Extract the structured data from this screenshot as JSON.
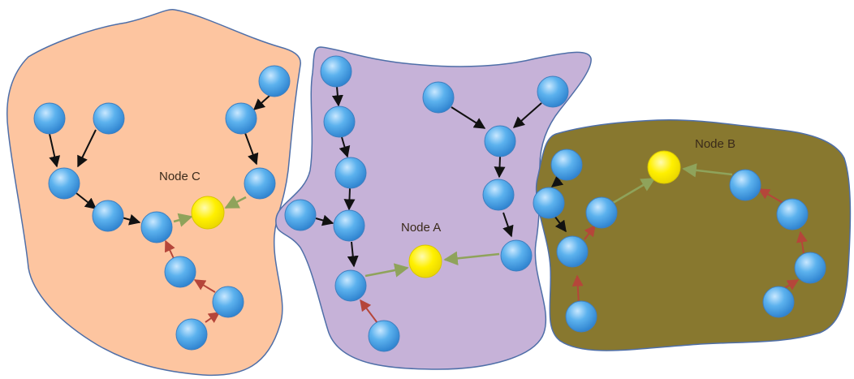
{
  "labels": {
    "node_c": "Node C",
    "node_a": "Node A",
    "node_b": "Node B"
  },
  "colors": {
    "region_c_fill": "#fdc5a0",
    "region_a_fill": "#c6b2d8",
    "region_b_fill": "#88782f",
    "region_stroke": "#4f6fa8",
    "node_blue": "#4aa5e8",
    "node_yellow": "#ffef00",
    "edge_black": "#111111",
    "edge_red": "#b5463a",
    "edge_green": "#8fa35b"
  },
  "icons": {
    "member_node": "blue-circle",
    "cluster_head": "yellow-circle",
    "edge": "arrow"
  }
}
